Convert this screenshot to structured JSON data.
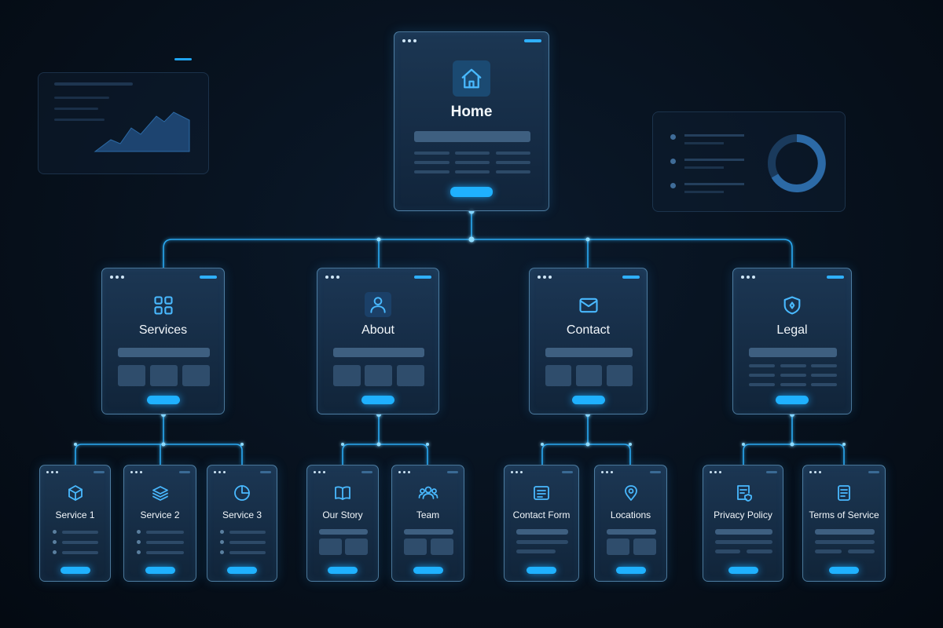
{
  "root": {
    "title": "Home",
    "icon": "home-icon"
  },
  "sections": [
    {
      "title": "Services",
      "icon": "grid-icon",
      "children": [
        {
          "title": "Service 1",
          "icon": "cube-icon"
        },
        {
          "title": "Service 2",
          "icon": "layers-icon"
        },
        {
          "title": "Service 3",
          "icon": "pie-chart-icon"
        }
      ]
    },
    {
      "title": "About",
      "icon": "user-icon",
      "children": [
        {
          "title": "Our Story",
          "icon": "book-icon"
        },
        {
          "title": "Team",
          "icon": "team-icon"
        }
      ]
    },
    {
      "title": "Contact",
      "icon": "mail-icon",
      "children": [
        {
          "title": "Contact Form",
          "icon": "form-icon"
        },
        {
          "title": "Locations",
          "icon": "map-pin-icon"
        }
      ]
    },
    {
      "title": "Legal",
      "icon": "shield-icon",
      "children": [
        {
          "title": "Privacy Policy",
          "icon": "privacy-document-icon"
        },
        {
          "title": "Terms of Service",
          "icon": "document-icon"
        }
      ]
    }
  ],
  "colors": {
    "accent": "#1fb1ff",
    "card_border": "#78b9e6",
    "connector": "#2aa8f0",
    "background": "#07111d"
  }
}
